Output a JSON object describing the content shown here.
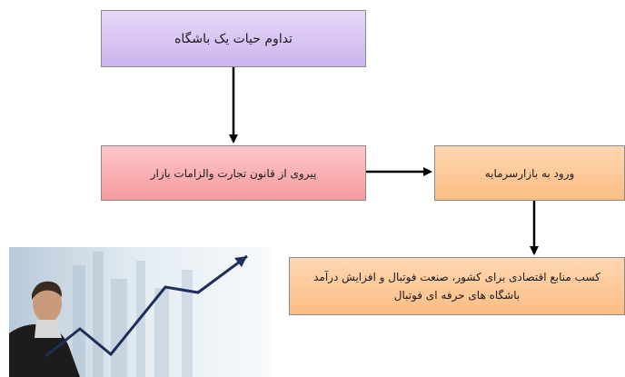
{
  "diagram": {
    "box_top": "تداوم حیات یک باشگاه",
    "box_mid": "پیروی از قانون تجارت والزامات بازار",
    "box_right": "ورود به بازارسرمایه",
    "box_bottom": "کسب منابع اقتصادی برای کشور، صنعت فوتبال و افزایش درآمد باشگاه های حرفه ای فوتبال"
  },
  "colors": {
    "top_box": "#cdb4ee",
    "mid_box": "#f49a9e",
    "orange_boxes": "#fbbd84",
    "arrows": "#000000",
    "chart_line": "#1f2f5a"
  },
  "image": {
    "icon": "business-man-growth-chart-icon"
  }
}
